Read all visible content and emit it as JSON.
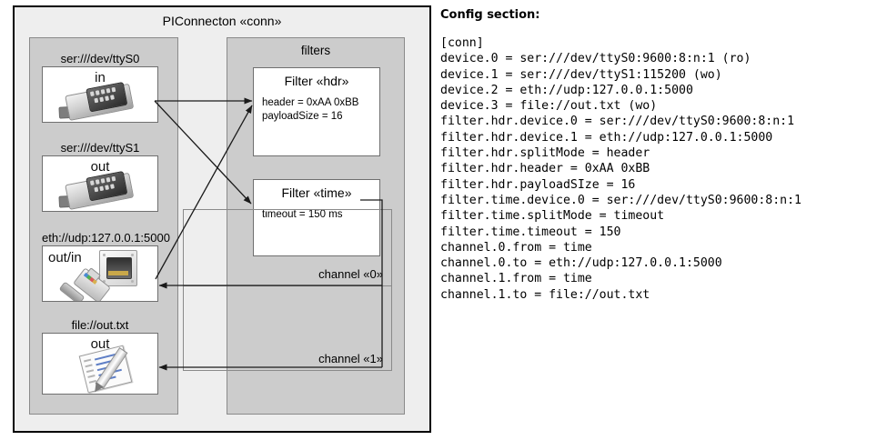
{
  "diagram": {
    "title": "PIConnecton «conn»",
    "devices_column": {
      "title": "",
      "devices": [
        {
          "label": "ser:///dev/ttyS0",
          "mode": "in",
          "icon": "serial-db9-icon"
        },
        {
          "label": "ser:///dev/ttyS1",
          "mode": "out",
          "icon": "serial-db9-icon"
        },
        {
          "label": "eth://udp:127.0.0.1:5000",
          "mode": "out/in",
          "icon": "ethernet-jack-icon"
        },
        {
          "label": "file://out.txt",
          "mode": "out",
          "icon": "text-file-icon"
        }
      ]
    },
    "filters_column": {
      "title": "filters",
      "filters": [
        {
          "title": "Filter «hdr»",
          "props": [
            "header = 0xAA 0xBB",
            "payloadSize = 16"
          ]
        },
        {
          "title": "Filter «time»",
          "props": [
            "timeout = 150 ms"
          ]
        }
      ],
      "channels": [
        {
          "label": "channel «0»"
        },
        {
          "label": "channel «1»"
        }
      ]
    },
    "colors": {
      "outer_background": "#eeeeee",
      "outer_border": "#000000",
      "column_background": "#cccccc",
      "column_border": "#8a8a8a",
      "box_background": "#ffffff",
      "box_border": "#6f6f6f",
      "connector": "#1a1a1a"
    }
  },
  "config": {
    "heading": "Config section:",
    "listing": "[conn]\ndevice.0 = ser:///dev/ttyS0:9600:8:n:1 (ro)\ndevice.1 = ser:///dev/ttyS1:115200 (wo)\ndevice.2 = eth://udp:127.0.0.1:5000\ndevice.3 = file://out.txt (wo)\nfilter.hdr.device.0 = ser:///dev/ttyS0:9600:8:n:1\nfilter.hdr.device.1 = eth://udp:127.0.0.1:5000\nfilter.hdr.splitMode = header\nfilter.hdr.header = 0xAA 0xBB\nfilter.hdr.payloadSIze = 16\nfilter.time.device.0 = ser:///dev/ttyS0:9600:8:n:1\nfilter.time.splitMode = timeout\nfilter.time.timeout = 150\nchannel.0.from = time\nchannel.0.to = eth://udp:127.0.0.1:5000\nchannel.1.from = time\nchannel.1.to = file://out.txt"
  }
}
